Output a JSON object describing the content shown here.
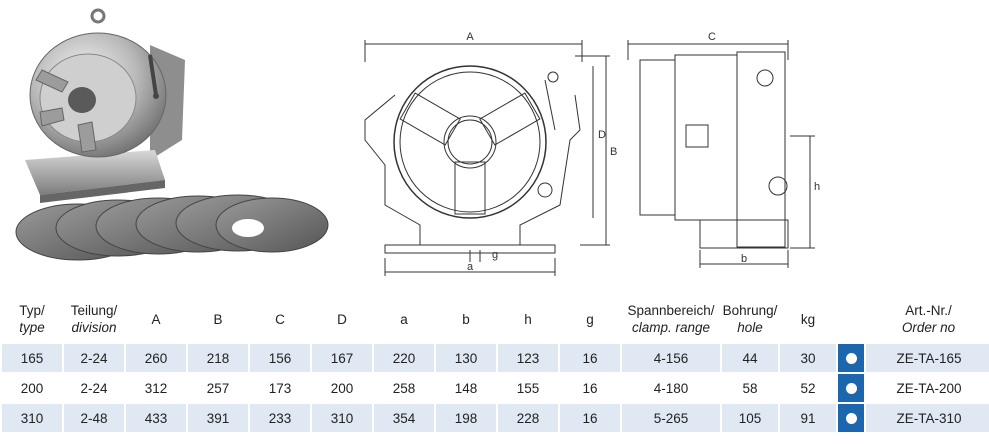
{
  "drawing_labels": {
    "front_A": "A",
    "front_B": "B",
    "front_D": "D",
    "front_a": "a",
    "front_g": "g",
    "side_C": "C",
    "side_h": "h",
    "side_b": "b"
  },
  "table": {
    "headers": [
      {
        "main": "Typ/",
        "sub": "type"
      },
      {
        "main": "Teilung/",
        "sub": "division"
      },
      {
        "main": "A",
        "sub": ""
      },
      {
        "main": "B",
        "sub": ""
      },
      {
        "main": "C",
        "sub": ""
      },
      {
        "main": "D",
        "sub": ""
      },
      {
        "main": "a",
        "sub": ""
      },
      {
        "main": "b",
        "sub": ""
      },
      {
        "main": "h",
        "sub": ""
      },
      {
        "main": "g",
        "sub": ""
      },
      {
        "main": "Spannbereich/",
        "sub": "clamp. range"
      },
      {
        "main": "Bohrung/",
        "sub": "hole"
      },
      {
        "main": "kg",
        "sub": ""
      },
      {
        "main": "",
        "sub": ""
      },
      {
        "main": "Art.-Nr./",
        "sub": "Order no"
      }
    ],
    "rows": [
      {
        "type": "165",
        "division": "2-24",
        "A": "260",
        "B": "218",
        "C": "156",
        "D": "167",
        "a": "220",
        "b": "130",
        "h": "123",
        "g": "16",
        "clamp": "4-156",
        "hole": "44",
        "kg": "30",
        "order": "ZE-TA-165"
      },
      {
        "type": "200",
        "division": "2-24",
        "A": "312",
        "B": "257",
        "C": "173",
        "D": "200",
        "a": "258",
        "b": "148",
        "h": "155",
        "g": "16",
        "clamp": "4-180",
        "hole": "58",
        "kg": "52",
        "order": "ZE-TA-200"
      },
      {
        "type": "310",
        "division": "2-48",
        "A": "433",
        "B": "391",
        "C": "233",
        "D": "310",
        "a": "354",
        "b": "198",
        "h": "228",
        "g": "16",
        "clamp": "5-265",
        "hole": "105",
        "kg": "91",
        "order": "ZE-TA-310"
      }
    ]
  },
  "colors": {
    "row_tint": "#dfe8f3",
    "marker_blue": "#1b66ad"
  }
}
